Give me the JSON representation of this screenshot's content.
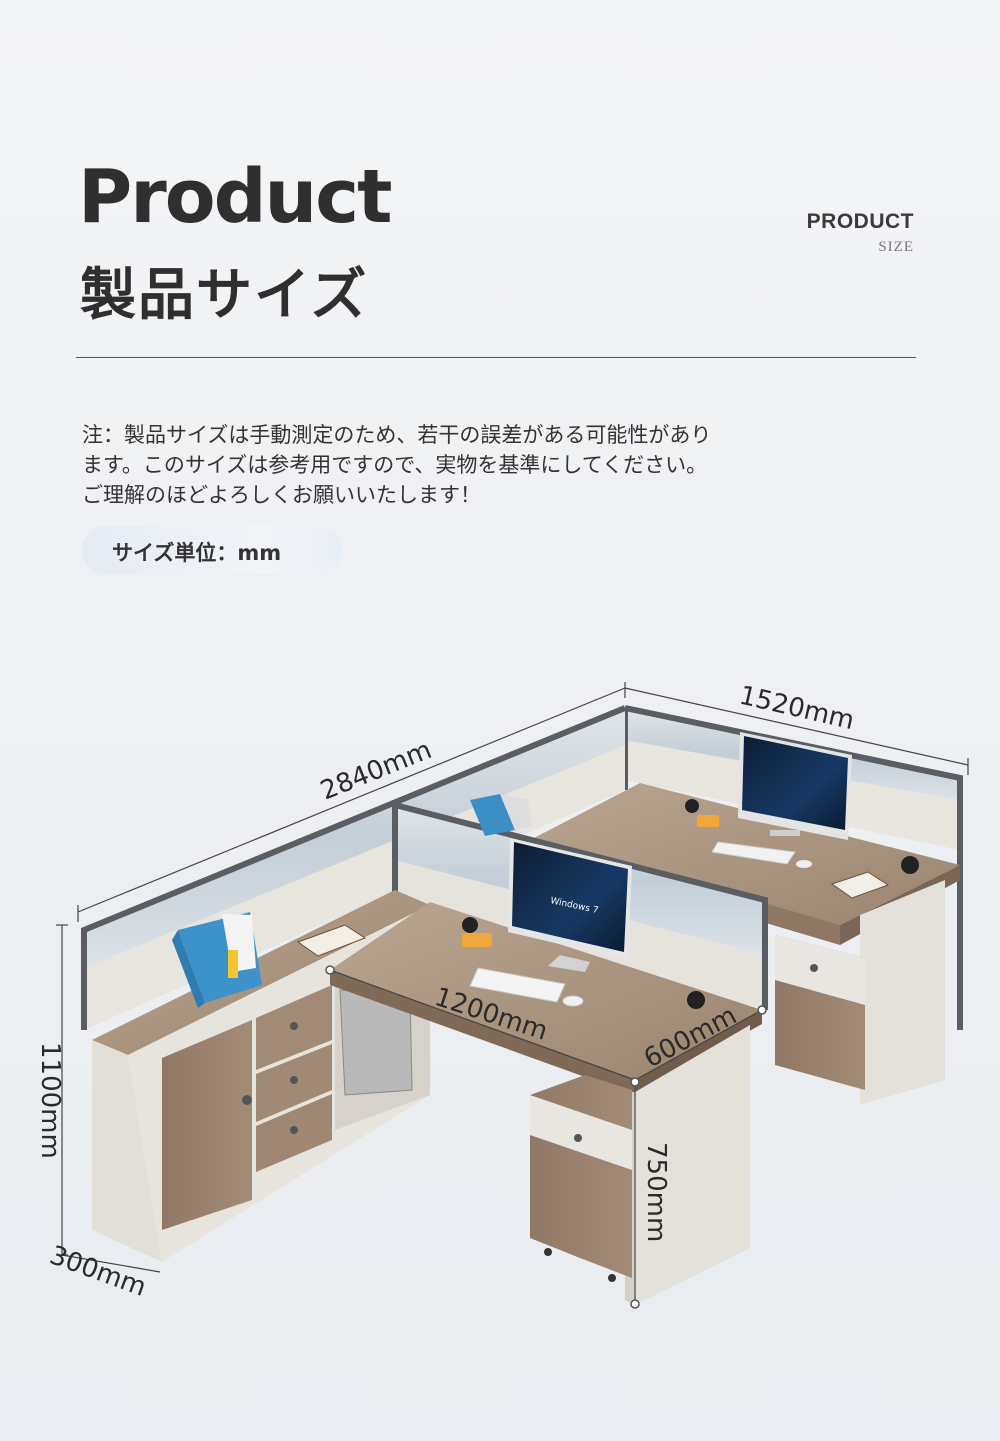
{
  "header": {
    "title_en": "Product",
    "title_jp": "製品サイズ",
    "tag_main": "PRODUCT",
    "tag_sub": "SIZE"
  },
  "note": {
    "line1": "注：製品サイズは手動測定のため、若干の誤差がある可能性があり",
    "line2": "ます。このサイズは参考用ですので、実物を基準にしてください。",
    "line3": "ご理解のほどよろしくお願いいたします！"
  },
  "unit": {
    "label": "サイズ単位：mm"
  },
  "dimensions": {
    "total_length": "2840mm",
    "side_length": "1520mm",
    "height": "1100mm",
    "cabinet_depth": "300mm",
    "desk_width": "1200mm",
    "desk_depth": "600mm",
    "desk_height": "750mm"
  },
  "colors": {
    "wood": "#a08a74",
    "panel_white": "#e7e3dd",
    "frame_gray": "#5a5d62",
    "glass": "#c9d3db"
  },
  "monitor": {
    "screen_text": "Windows 7"
  }
}
